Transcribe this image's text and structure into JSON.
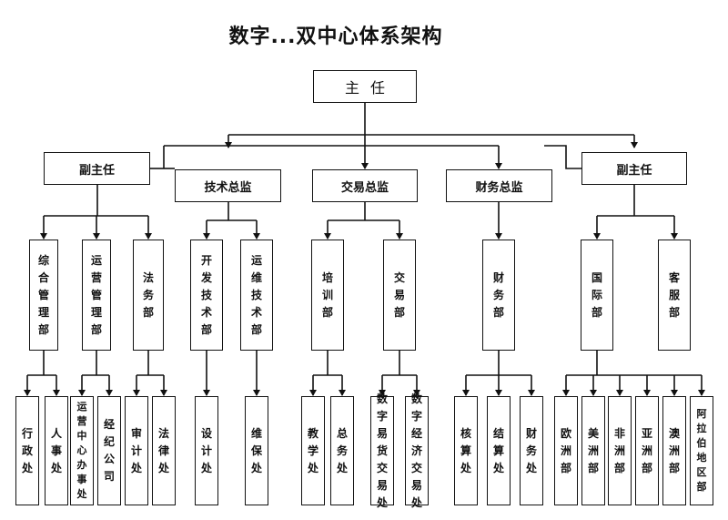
{
  "title": "数字...双中心体系架构",
  "nodes": {
    "director": "主任",
    "deputy_left": "副主任",
    "cto": "技术总监",
    "trade_director": "交易总监",
    "finance_director": "财务总监",
    "deputy_right": "副主任",
    "admin_dept": "综合管理部",
    "ops_dept": "运营管理部",
    "legal_dept": "法务部",
    "dev_dept": "开发技术部",
    "maint_dept": "运维技术部",
    "training_dept": "培训部",
    "trading_dept": "交易部",
    "finance_dept": "财务部",
    "intl_dept": "国际部",
    "service_dept": "客服部",
    "admin_office": "行政处",
    "hr_office": "人事处",
    "ops_center_office": "运营中心办事处",
    "broker_company": "经纪公司",
    "audit_office": "审计处",
    "law_office": "法律处",
    "design_office": "设计处",
    "maint_office": "维保处",
    "teaching_office": "教学处",
    "general_office": "总务处",
    "digital_goods_exchange": "数字易货交易处",
    "digital_economy_exchange": "数字经济交易处",
    "verify_office": "核算处",
    "settle_office": "结算处",
    "finance_office": "财务处",
    "europe_dept": "欧洲部",
    "america_dept": "美洲部",
    "africa_dept": "非洲部",
    "asia_dept": "亚洲部",
    "oceania_dept": "澳洲部",
    "arab_dept": "阿拉伯地区部"
  }
}
